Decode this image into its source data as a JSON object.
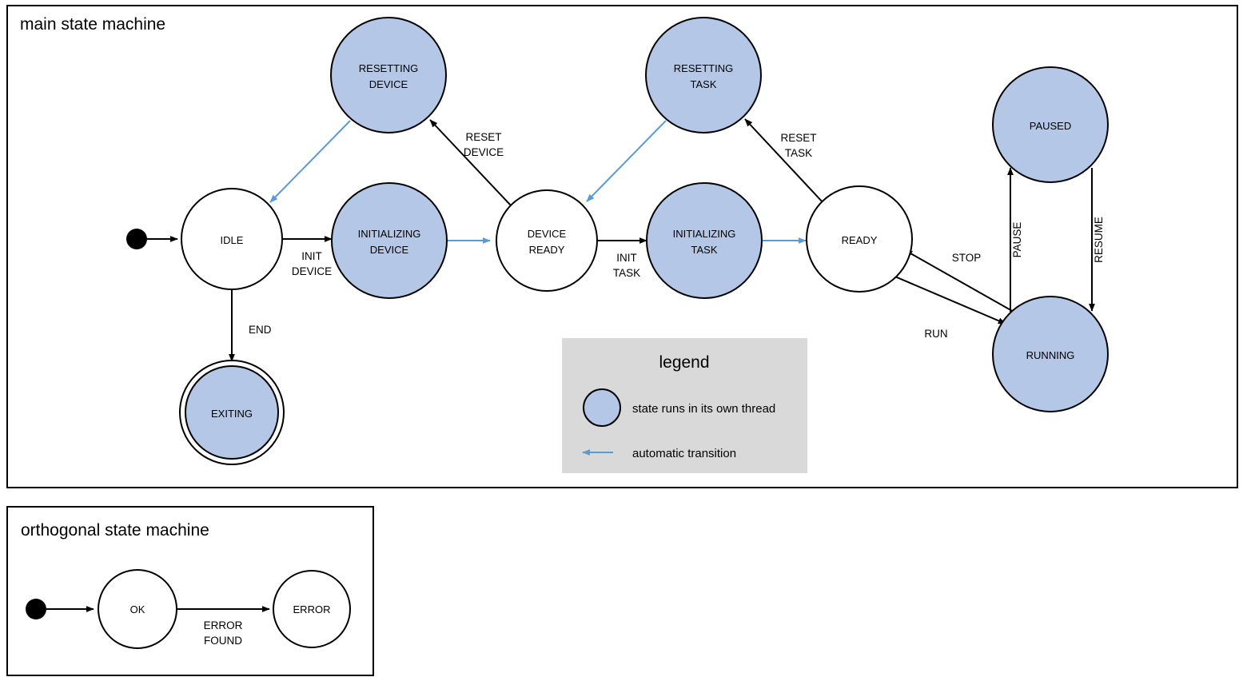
{
  "colors": {
    "threaded_fill": "#b4c7e7",
    "auto_transition": "#5b9bd5",
    "stroke": "#000000",
    "legend_bg": "#d9d9d9",
    "canvas": "#ffffff"
  },
  "main": {
    "title": "main state machine",
    "states": [
      {
        "id": "idle",
        "label_line1": "IDLE",
        "label_line2": "",
        "threaded": false,
        "final": false
      },
      {
        "id": "resetting-device",
        "label_line1": "RESETTING",
        "label_line2": "DEVICE",
        "threaded": true,
        "final": false
      },
      {
        "id": "initializing-device",
        "label_line1": "INITIALIZING",
        "label_line2": "DEVICE",
        "threaded": true,
        "final": false
      },
      {
        "id": "device-ready",
        "label_line1": "DEVICE",
        "label_line2": "READY",
        "threaded": false,
        "final": false
      },
      {
        "id": "resetting-task",
        "label_line1": "RESETTING",
        "label_line2": "TASK",
        "threaded": true,
        "final": false
      },
      {
        "id": "initializing-task",
        "label_line1": "INITIALIZING",
        "label_line2": "TASK",
        "threaded": true,
        "final": false
      },
      {
        "id": "ready",
        "label_line1": "READY",
        "label_line2": "",
        "threaded": false,
        "final": false
      },
      {
        "id": "paused",
        "label_line1": "PAUSED",
        "label_line2": "",
        "threaded": true,
        "final": false
      },
      {
        "id": "running",
        "label_line1": "RUNNING",
        "label_line2": "",
        "threaded": true,
        "final": false
      },
      {
        "id": "exiting",
        "label_line1": "EXITING",
        "label_line2": "",
        "threaded": true,
        "final": true
      }
    ],
    "transitions": [
      {
        "id": "t-start-idle",
        "from": "start",
        "to": "idle",
        "label_line1": "",
        "label_line2": "",
        "auto": false
      },
      {
        "id": "t-idle-initdev",
        "from": "idle",
        "to": "initializing-device",
        "label_line1": "INIT",
        "label_line2": "DEVICE",
        "auto": false
      },
      {
        "id": "t-idle-exiting",
        "from": "idle",
        "to": "exiting",
        "label_line1": "END",
        "label_line2": "",
        "auto": false
      },
      {
        "id": "t-initdev-devrdy",
        "from": "initializing-device",
        "to": "device-ready",
        "label_line1": "",
        "label_line2": "",
        "auto": true
      },
      {
        "id": "t-devrdy-resetdev",
        "from": "device-ready",
        "to": "resetting-device",
        "label_line1": "RESET",
        "label_line2": "DEVICE",
        "auto": false
      },
      {
        "id": "t-resetdev-idle",
        "from": "resetting-device",
        "to": "idle",
        "label_line1": "",
        "label_line2": "",
        "auto": true
      },
      {
        "id": "t-devrdy-inittask",
        "from": "device-ready",
        "to": "initializing-task",
        "label_line1": "INIT",
        "label_line2": "TASK",
        "auto": false
      },
      {
        "id": "t-inittask-ready",
        "from": "initializing-task",
        "to": "ready",
        "label_line1": "",
        "label_line2": "",
        "auto": true
      },
      {
        "id": "t-ready-resettask",
        "from": "ready",
        "to": "resetting-task",
        "label_line1": "RESET",
        "label_line2": "TASK",
        "auto": false
      },
      {
        "id": "t-resettask-devrdy",
        "from": "resetting-task",
        "to": "device-ready",
        "label_line1": "",
        "label_line2": "",
        "auto": true
      },
      {
        "id": "t-ready-running",
        "from": "ready",
        "to": "running",
        "label_line1": "RUN",
        "label_line2": "",
        "auto": false
      },
      {
        "id": "t-running-ready",
        "from": "running",
        "to": "ready",
        "label_line1": "STOP",
        "label_line2": "",
        "auto": false
      },
      {
        "id": "t-running-paused",
        "from": "running",
        "to": "paused",
        "label_line1": "PAUSE",
        "label_line2": "",
        "auto": false
      },
      {
        "id": "t-paused-running",
        "from": "paused",
        "to": "running",
        "label_line1": "RESUME",
        "label_line2": "",
        "auto": false
      }
    ]
  },
  "legend": {
    "title": "legend",
    "items": [
      {
        "id": "threaded-state",
        "text": "state runs in its own thread"
      },
      {
        "id": "automatic-transition",
        "text": "automatic transition"
      }
    ]
  },
  "orthogonal": {
    "title": "orthogonal state machine",
    "states": [
      {
        "id": "ok",
        "label_line1": "OK",
        "label_line2": "",
        "threaded": false,
        "final": false
      },
      {
        "id": "error",
        "label_line1": "ERROR",
        "label_line2": "",
        "threaded": false,
        "final": false
      }
    ],
    "transitions": [
      {
        "id": "o-start-ok",
        "from": "start",
        "to": "ok",
        "label_line1": "",
        "label_line2": "",
        "auto": false
      },
      {
        "id": "o-ok-error",
        "from": "ok",
        "to": "error",
        "label_line1": "ERROR",
        "label_line2": "FOUND",
        "auto": false
      }
    ]
  }
}
